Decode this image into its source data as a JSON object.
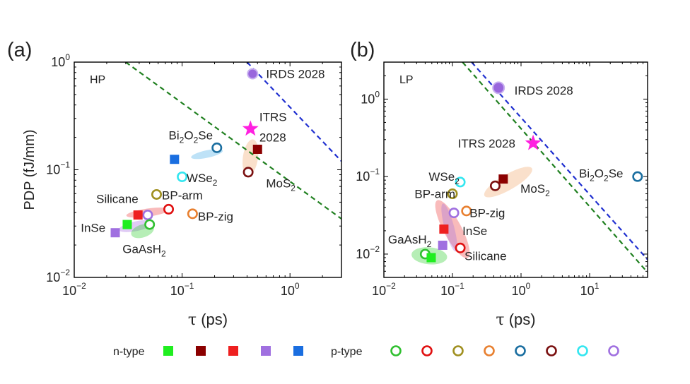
{
  "panels": [
    {
      "panel_label": "(a)",
      "chart_data": {
        "type": "scatter",
        "x_scale": "log",
        "y_scale": "log",
        "xlim": [
          0.01,
          3
        ],
        "ylim": [
          0.01,
          1
        ],
        "xlabel_tau": "τ",
        "xlabel_unit": " (ps)",
        "ylabel": "PDP (fJ/mm)",
        "mode_label": "HP",
        "x_ticks": [
          0.01,
          0.1,
          1
        ],
        "y_ticks": [
          0.01,
          0.1,
          1
        ],
        "ellipses": [
          {
            "cx": 0.17,
            "cy": 0.14,
            "rx": 0.15,
            "ry": 0.035,
            "angle": -12,
            "color": "#3aa8e8",
            "opacity": 0.33
          },
          {
            "cx": 0.43,
            "cy": 0.13,
            "rx": 0.07,
            "ry": 0.17,
            "angle": 8,
            "color": "#f0a060",
            "opacity": 0.33
          },
          {
            "cx": 0.048,
            "cy": 0.04,
            "rx": 0.2,
            "ry": 0.038,
            "angle": -8,
            "color": "#ee3030",
            "opacity": 0.33
          },
          {
            "cx": 0.038,
            "cy": 0.03,
            "rx": 0.17,
            "ry": 0.045,
            "angle": -12,
            "color": "#a060e0",
            "opacity": 0.33
          },
          {
            "cx": 0.043,
            "cy": 0.027,
            "rx": 0.11,
            "ry": 0.06,
            "angle": -18,
            "color": "#22cc22",
            "opacity": 0.33
          }
        ],
        "points": [
          {
            "x": 0.45,
            "y": 0.78,
            "marker": "filled-circle",
            "color": "#9966dd",
            "size": 7
          },
          {
            "x": 0.43,
            "y": 0.24,
            "marker": "star",
            "color": "#ff20e0"
          },
          {
            "x": 0.21,
            "y": 0.16,
            "marker": "open-circle",
            "color": "#1a6ea0"
          },
          {
            "x": 0.085,
            "y": 0.125,
            "marker": "square",
            "color": "#1a6ee0"
          },
          {
            "x": 0.5,
            "y": 0.155,
            "marker": "square",
            "color": "#8b0000"
          },
          {
            "x": 0.41,
            "y": 0.095,
            "marker": "open-circle",
            "color": "#7a1010"
          },
          {
            "x": 0.1,
            "y": 0.086,
            "marker": "open-circle",
            "color": "#33e6f0"
          },
          {
            "x": 0.058,
            "y": 0.059,
            "marker": "open-circle",
            "color": "#a09020"
          },
          {
            "x": 0.075,
            "y": 0.043,
            "marker": "open-circle",
            "color": "#e01010"
          },
          {
            "x": 0.125,
            "y": 0.039,
            "marker": "open-circle",
            "color": "#e88030"
          },
          {
            "x": 0.048,
            "y": 0.038,
            "marker": "open-circle",
            "color": "#a070e0"
          },
          {
            "x": 0.039,
            "y": 0.038,
            "marker": "square",
            "color": "#ee2020"
          },
          {
            "x": 0.031,
            "y": 0.031,
            "marker": "square",
            "color": "#20ee20"
          },
          {
            "x": 0.05,
            "y": 0.031,
            "marker": "open-circle",
            "color": "#30c030"
          },
          {
            "x": 0.024,
            "y": 0.026,
            "marker": "square",
            "color": "#a070e0"
          }
        ],
        "lines": [
          {
            "x1": 0.03,
            "y1": 1.0,
            "x2": 3.0,
            "y2": 0.035,
            "color": "#208020"
          },
          {
            "x1": 0.4,
            "y1": 1.0,
            "x2": 3.0,
            "y2": 0.12,
            "color": "#2030d0"
          }
        ],
        "annotations": [
          {
            "text": "IRDS 2028",
            "x": 0.6,
            "y": 0.78
          },
          {
            "text": "ITRS",
            "x": 0.52,
            "y": 0.31
          },
          {
            "text": "2028",
            "x": 0.52,
            "y": 0.2
          },
          {
            "text": "Bi",
            "sub": "2",
            "text2": "O",
            "sub2": "2",
            "text3": "Se",
            "x": 0.075,
            "y": 0.21
          },
          {
            "text": "MoS",
            "sub": "2",
            "x": 0.6,
            "y": 0.075
          },
          {
            "text": "WSe",
            "sub": "2",
            "x": 0.11,
            "y": 0.084
          },
          {
            "text": "BP-arm",
            "x": 0.065,
            "y": 0.058
          },
          {
            "text": "Silicane",
            "x": 0.016,
            "y": 0.054
          },
          {
            "text": "BP-zig",
            "x": 0.14,
            "y": 0.037
          },
          {
            "text": "InSe",
            "x": 0.0115,
            "y": 0.029
          },
          {
            "text": "GaAsH",
            "sub": "2",
            "x": 0.028,
            "y": 0.0185
          }
        ]
      }
    },
    {
      "panel_label": "(b)",
      "chart_data": {
        "type": "scatter",
        "x_scale": "log",
        "y_scale": "log",
        "xlim": [
          0.01,
          70
        ],
        "ylim": [
          0.005,
          3
        ],
        "xlabel_tau": "τ",
        "xlabel_unit": " (ps)",
        "ylabel": "",
        "mode_label": "LP",
        "x_ticks": [
          0.01,
          0.1,
          1,
          10
        ],
        "y_ticks": [
          0.01,
          0.1,
          1
        ],
        "ellipses": [
          {
            "cx": 0.65,
            "cy": 0.085,
            "rx": 0.4,
            "ry": 0.1,
            "angle": -30,
            "color": "#f0a060",
            "opacity": 0.33
          },
          {
            "cx": 0.1,
            "cy": 0.021,
            "rx": 0.13,
            "ry": 0.42,
            "angle": -28,
            "color": "#ee3030",
            "opacity": 0.33
          },
          {
            "cx": 0.09,
            "cy": 0.022,
            "rx": 0.07,
            "ry": 0.32,
            "angle": -15,
            "color": "#a070e0",
            "opacity": 0.33
          },
          {
            "cx": 0.046,
            "cy": 0.0095,
            "rx": 0.26,
            "ry": 0.11,
            "angle": 5,
            "color": "#22cc22",
            "opacity": 0.33
          }
        ],
        "points": [
          {
            "x": 0.47,
            "y": 1.4,
            "marker": "filled-circle",
            "color": "#9966dd",
            "size": 8
          },
          {
            "x": 1.5,
            "y": 0.27,
            "marker": "star",
            "color": "#ff20e0"
          },
          {
            "x": 50,
            "y": 0.1,
            "marker": "open-circle",
            "color": "#1a6ea0"
          },
          {
            "x": 0.55,
            "y": 0.093,
            "marker": "square",
            "color": "#8b0000"
          },
          {
            "x": 0.42,
            "y": 0.076,
            "marker": "open-circle",
            "color": "#7a1010"
          },
          {
            "x": 0.13,
            "y": 0.085,
            "marker": "open-circle",
            "color": "#33e6f0"
          },
          {
            "x": 0.1,
            "y": 0.06,
            "marker": "open-circle",
            "color": "#a09020"
          },
          {
            "x": 0.16,
            "y": 0.036,
            "marker": "open-circle",
            "color": "#e88030"
          },
          {
            "x": 0.105,
            "y": 0.034,
            "marker": "open-circle",
            "color": "#a070e0"
          },
          {
            "x": 0.075,
            "y": 0.021,
            "marker": "square",
            "color": "#ee2020"
          },
          {
            "x": 0.072,
            "y": 0.013,
            "marker": "square",
            "color": "#a070e0"
          },
          {
            "x": 0.13,
            "y": 0.012,
            "marker": "open-circle",
            "color": "#e01010"
          },
          {
            "x": 0.04,
            "y": 0.01,
            "marker": "open-circle",
            "color": "#30c030"
          },
          {
            "x": 0.049,
            "y": 0.009,
            "marker": "square",
            "color": "#20ee20"
          }
        ],
        "lines": [
          {
            "x1": 0.14,
            "y1": 3.0,
            "x2": 70,
            "y2": 0.0058,
            "color": "#208020"
          },
          {
            "x1": 0.19,
            "y1": 3.0,
            "x2": 70,
            "y2": 0.0085,
            "color": "#2030d0"
          }
        ],
        "annotations": [
          {
            "text": "IRDS 2028",
            "x": 0.8,
            "y": 1.3
          },
          {
            "text": "ITRS 2028",
            "x": 0.12,
            "y": 0.27
          },
          {
            "text": "Bi",
            "sub": "2",
            "text2": "O",
            "sub2": "2",
            "text3": "Se",
            "x": 7.0,
            "y": 0.11
          },
          {
            "text": "WSe",
            "sub": "2",
            "x": 0.045,
            "y": 0.1
          },
          {
            "text": "MoS",
            "sub": "2",
            "x": 0.98,
            "y": 0.07
          },
          {
            "text": "BP-arm",
            "x": 0.028,
            "y": 0.06
          },
          {
            "text": "BP-zig",
            "x": 0.178,
            "y": 0.034
          },
          {
            "text": "InSe",
            "x": 0.14,
            "y": 0.02
          },
          {
            "text": "GaAsH",
            "sub": "2",
            "x": 0.0115,
            "y": 0.0155
          },
          {
            "text": "Silicane",
            "x": 0.15,
            "y": 0.0095
          }
        ]
      }
    }
  ],
  "legend": {
    "n_label": "n-type",
    "p_label": "p-type",
    "n_colors": [
      "#20ee20",
      "#8b0000",
      "#ee2020",
      "#a070e0",
      "#1a6ee0"
    ],
    "p_colors": [
      "#30c030",
      "#e01010",
      "#a09020",
      "#e88030",
      "#1a6ea0",
      "#7a1010",
      "#33e6f0",
      "#a070e0"
    ]
  }
}
